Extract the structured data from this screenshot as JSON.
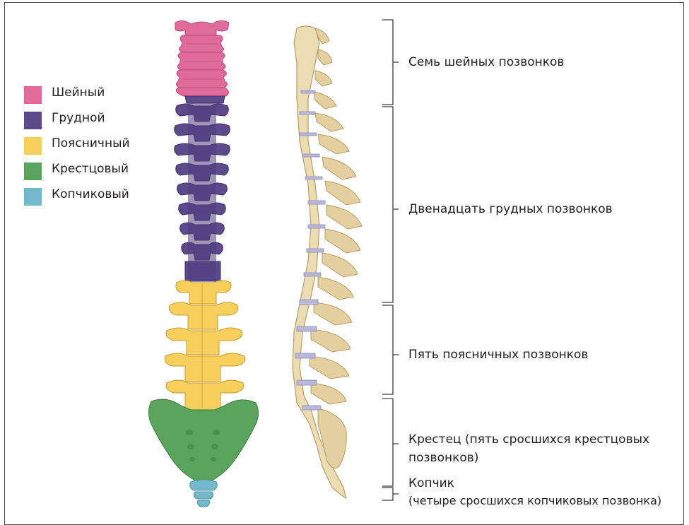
{
  "legend": [
    {
      "label": "Шейный",
      "color": "#e06a9a"
    },
    {
      "label": "Грудной",
      "color": "#5c4a8a"
    },
    {
      "label": "Поясничный",
      "color": "#f6cf5c"
    },
    {
      "label": "Крестцовый",
      "color": "#5aa35c"
    },
    {
      "label": "Копчиковый",
      "color": "#74b8cc"
    }
  ],
  "labels": {
    "cervical": "Семь шейных позвонков",
    "thoracic": "Двенадцать грудных позвонков",
    "lumbar": "Пять поясничных позвонков",
    "sacrum_line1": "Крестец (пять сросшихся крестцовых",
    "sacrum_line2": "позвонков)",
    "coccyx_line1": "Копчик",
    "coccyx_line2": "(четыре сросшихся копчиковых позвонка)"
  },
  "colors": {
    "bone": "#ecdcb4",
    "bone_shadow": "#c9b27e",
    "disc": "#b9b8d8",
    "bracket": "#3a3a3a"
  }
}
